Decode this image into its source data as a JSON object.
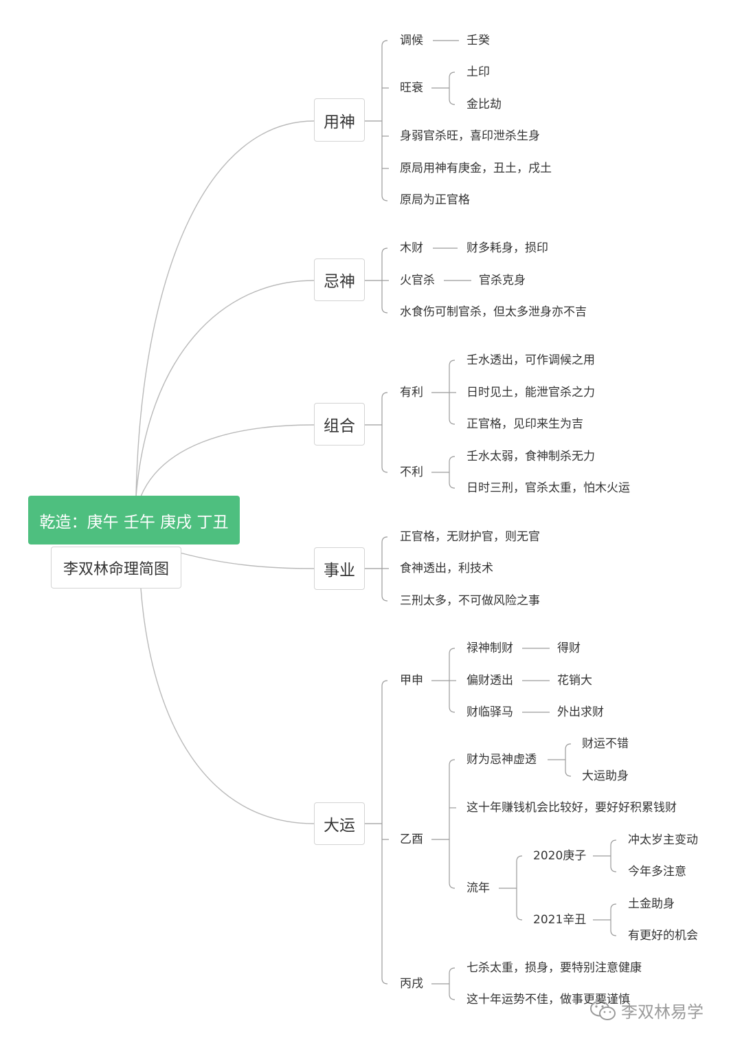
{
  "root": {
    "title": "乾造：庚午 壬午 庚戌 丁丑",
    "subtitle": "李双林命理简图"
  },
  "branches": {
    "yongshen": {
      "label": "用神",
      "tiaohou": "调候",
      "tiaohou_val": "壬癸",
      "wangshuai": "旺衰",
      "wangshuai_a": "土印",
      "wangshuai_b": "金比劫",
      "n1": "身弱官杀旺，喜印泄杀生身",
      "n2": "原局用神有庚金，丑土，戌土",
      "n3": "原局为正官格"
    },
    "jishen": {
      "label": "忌神",
      "mucai": "木财",
      "mucai_val": "财多耗身，损印",
      "huo": "火官杀",
      "huo_val": "官杀克身",
      "shui": "水食伤可制官杀，但太多泄身亦不吉"
    },
    "zuhe": {
      "label": "组合",
      "youli": "有利",
      "youli_1": "壬水透出，可作调候之用",
      "youli_2": "日时见土，能泄官杀之力",
      "youli_3": "正官格，见印来生为吉",
      "buli": "不利",
      "buli_1": "壬水太弱，食神制杀无力",
      "buli_2": "日时三刑，官杀太重，怕木火运"
    },
    "shiye": {
      "label": "事业",
      "n1": "正官格，无财护官，则无官",
      "n2": "食神透出，利技术",
      "n3": "三刑太多，不可做风险之事"
    },
    "dayun": {
      "label": "大运",
      "jiashen": "甲申",
      "js_1": "禄神制财",
      "js_1v": "得财",
      "js_2": "偏财透出",
      "js_2v": "花销大",
      "js_3": "财临驿马",
      "js_3v": "外出求财",
      "yiyou": "乙酉",
      "yy_1": "财为忌神虚透",
      "yy_1a": "财运不错",
      "yy_1b": "大运助身",
      "yy_2": "这十年赚钱机会比较好，要好好积累钱财",
      "liunian": "流年",
      "y2020": "2020庚子",
      "y2020a": "冲太岁主变动",
      "y2020b": "今年多注意",
      "y2021": "2021辛丑",
      "y2021a": "土金助身",
      "y2021b": "有更好的机会",
      "bingxu": "丙戌",
      "bx_1": "七杀太重，损身，要特别注意健康",
      "bx_2": "这十年运势不佳，做事更要谨慎"
    }
  },
  "watermark": {
    "text": "李双林易学"
  },
  "colors": {
    "root_bg": "#4ebf7f",
    "line": "#b9b9b9",
    "text": "#333333"
  }
}
